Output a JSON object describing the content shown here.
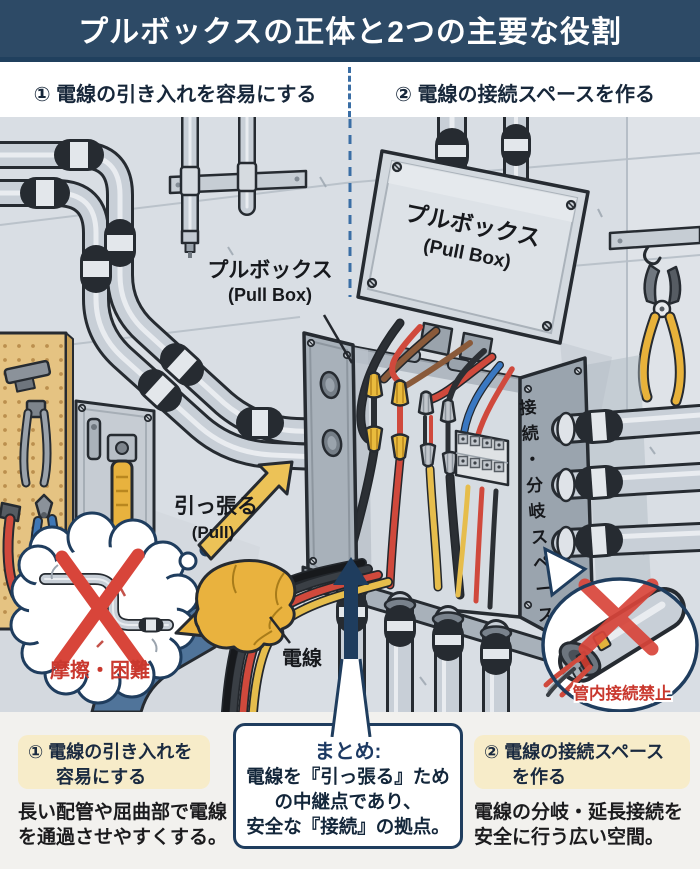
{
  "title_bar": {
    "title": "プルボックスの正体と2つの主要な役割"
  },
  "section_headers": {
    "left": "① 電線の引き入れを容易にする",
    "right": "② 電線の接続スペースを作る"
  },
  "illustration": {
    "lid_label_ja": "プルボックス",
    "lid_label_en": "(Pull Box)",
    "box_pointer_label_ja": "プルボックス",
    "box_pointer_label_en": "(Pull Box)",
    "pull_label_ja": "引っ張る",
    "pull_label_en": "(Pull)",
    "wire_label": "電線",
    "side_panel_chars": [
      "接",
      "続",
      "・",
      "分",
      "岐",
      "ス",
      "ペ",
      "ー",
      "ス"
    ],
    "cloud_caption": "摩擦・困難",
    "pipe_callout_caption": "管内接続禁止"
  },
  "summary_box": {
    "heading": "まとめ:",
    "lines": [
      "電線を『引っ張る』ため",
      "の中継点であり、",
      "安全な『接続』の拠点。"
    ]
  },
  "bottom_left": {
    "title_lines": [
      "① 電線の引き入れを",
      "容易にする"
    ],
    "body_lines": [
      "長い配管や屈曲部で電線",
      "を通過させやすくする。"
    ]
  },
  "bottom_right": {
    "title_lines": [
      "② 電線の接続スペース",
      "を作る"
    ],
    "body_lines": [
      "電線の分岐・延長接続を",
      "安全に行う広い空間。"
    ]
  },
  "colors": {
    "header_navy": "#2d4a66",
    "accent_navy": "#1f3d5e",
    "cream": "#f7ecc9",
    "alert_red": "#c9382e",
    "arrow_yellow": "#ecc257",
    "dashed_blue": "#3a6ea5"
  }
}
